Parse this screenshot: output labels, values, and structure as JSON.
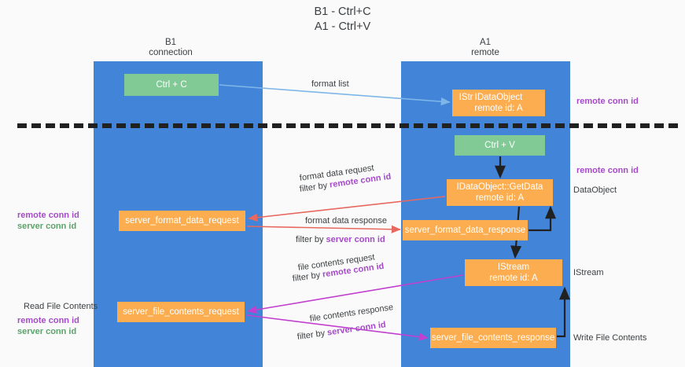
{
  "title": {
    "line1": "B1 - Ctrl+C",
    "line2": "A1 - Ctrl+V"
  },
  "columns": {
    "left": {
      "name": "B1",
      "role": "connection"
    },
    "right": {
      "name": "A1",
      "role": "remote"
    }
  },
  "nodes": {
    "ctrl_c": {
      "label": "Ctrl + C",
      "color": "#81c995"
    },
    "idataobject": {
      "label": "IDataObject",
      "overlay": "IStr",
      "sub": "remote id: A",
      "color": "#fbad50"
    },
    "ctrl_v": {
      "label": "Ctrl + V",
      "color": "#81c995"
    },
    "getdata": {
      "label": "IDataObject::GetData",
      "sub": "remote id: A",
      "color": "#fbad50"
    },
    "server_format_data_request": {
      "label": "server_format_data_request",
      "color": "#fbad50"
    },
    "server_format_data_response": {
      "label": "server_format_data_response",
      "color": "#fbad50"
    },
    "istream": {
      "label": "IStream",
      "sub": "remote id: A",
      "color": "#fbad50"
    },
    "server_file_contents_request": {
      "label": "server_file_contents_request",
      "color": "#fbad50"
    },
    "server_file_contents_response": {
      "label": "server_file_contents_response",
      "color": "#fbad50"
    }
  },
  "arrow_labels": {
    "format_list": "format list",
    "format_data_request": "format data request",
    "format_data_request_filter_prefix": "filter by ",
    "format_data_request_filter_key": "remote conn id",
    "format_data_response": "format data response",
    "format_data_response_filter_prefix": "filter by ",
    "format_data_response_filter_key": "server conn id",
    "file_contents_request": "file contents request",
    "file_contents_request_filter_prefix": "filter by ",
    "file_contents_request_filter_key": "remote conn id",
    "file_contents_response": "file contents response",
    "file_contents_response_filter_prefix": "filter by ",
    "file_contents_response_filter_key": "server conn id"
  },
  "annotations": {
    "right_remote_conn_id_top": "remote conn id",
    "right_remote_conn_id_mid": "remote conn id",
    "dataobject": "DataObject",
    "istream": "IStream",
    "write_file_contents": "Write File Contents",
    "read_file_contents": "Read File Contents",
    "left_remote_conn_id_a": "remote conn id",
    "left_server_conn_id_a": "server conn id",
    "left_remote_conn_id_b": "remote conn id",
    "left_server_conn_id_b": "server conn id"
  },
  "colors": {
    "lane": "#4285d8",
    "green_node": "#81c995",
    "orange_node": "#fbad50",
    "purple_text": "#a64ac9",
    "green_text": "#5aa469",
    "arrow_blue": "#7fb6e8",
    "arrow_red": "#e8685f",
    "arrow_magenta": "#c23fcf",
    "arrow_dark": "#212121",
    "divider": "#212121",
    "background": "#fafafa"
  }
}
